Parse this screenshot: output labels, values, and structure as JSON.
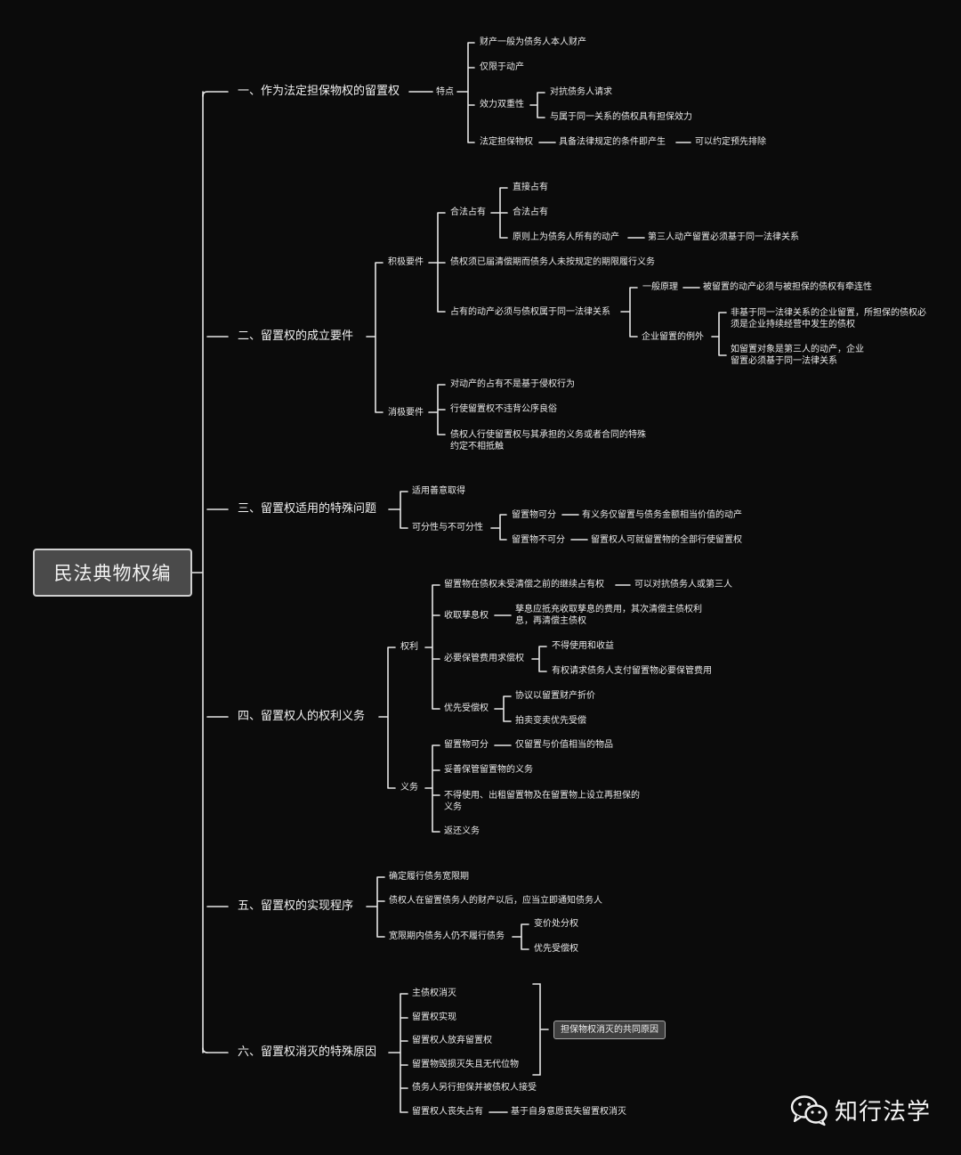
{
  "root": "民法典物权编",
  "sections": [
    "一、作为法定担保物权的留置权",
    "二、留置权的成立要件",
    "三、留置权适用的特殊问题",
    "四、留置权人的权利义务",
    "五、留置权的实现程序",
    "六、留置权消灭的特殊原因"
  ],
  "s1": {
    "feature": "特点",
    "items": [
      "财产一般为债务人本人财产",
      "仅限于动产",
      "效力双重性",
      "法定担保物权"
    ],
    "dual": [
      "对抗债务人请求",
      "与属于同一关系的债权具有担保效力"
    ],
    "statutory_chain": [
      "具备法律规定的条件即产生",
      "可以约定预先排除"
    ]
  },
  "s2": {
    "positive": "积极要件",
    "lawful": "合法占有",
    "lawful_items": [
      "直接占有",
      "合法占有",
      "原则上为债务人所有的动产"
    ],
    "third_party": "第三人动产留置必须基于同一法律关系",
    "due": "债权须已届清偿期而债务人未按规定的期限履行义务",
    "same_rel": "占有的动产必须与债权属于同一法律关系",
    "general": "一般原理",
    "general_desc": "被留置的动产必须与被担保的债权有牵连性",
    "enterprise": "企业留置的例外",
    "ent_items": [
      "非基于同一法律关系的企业留置，所担保的债权必须是企业持续经营中发生的债权",
      "如留置对象是第三人的动产，企业留置必须基于同一法律关系"
    ],
    "negative": "消极要件",
    "neg_items": [
      "对动产的占有不是基于侵权行为",
      "行使留置权不违背公序良俗",
      "债权人行使留置权与其承担的义务或者合同的特殊约定不相抵触"
    ]
  },
  "s3": {
    "good_faith": "适用善意取得",
    "divisibility": "可分性与不可分性",
    "divisible": "留置物可分",
    "divisible_desc": "有义务仅留置与债务金额相当价值的动产",
    "indivisible": "留置物不可分",
    "indivisible_desc": "留置权人可就留置物的全部行使留置权"
  },
  "s4": {
    "rights": "权利",
    "possession": "留置物在债权未受清偿之前的继续占有权",
    "possession_desc": "可以对抗债务人或第三人",
    "fruits": "收取孳息权",
    "fruits_desc": "孳息应抵充收取孳息的费用，其次清偿主债权利息，再清偿主债权",
    "cost": "必要保管费用求偿权",
    "cost_items": [
      "不得使用和收益",
      "有权请求债务人支付留置物必要保管费用"
    ],
    "priority": "优先受偿权",
    "priority_items": [
      "协议以留置财产折价",
      "拍卖变卖优先受偿"
    ],
    "duties": "义务",
    "duty_divisible": "留置物可分",
    "duty_divisible_desc": "仅留置与价值相当的物品",
    "duty_items": [
      "妥善保管留置物的义务",
      "不得使用、出租留置物及在留置物上设立再担保的义务",
      "返还义务"
    ]
  },
  "s5": {
    "items": [
      "确定履行债务宽限期",
      "债权人在留置债务人的财产以后，应当立即通知债务人",
      "宽限期内债务人仍不履行债务"
    ],
    "sub": [
      "变价处分权",
      "优先受偿权"
    ]
  },
  "s6": {
    "items": [
      "主债权消灭",
      "留置权实现",
      "留置权人放弃留置权",
      "留置物毁损灭失且无代位物",
      "债务人另行担保并被债权人接受",
      "留置权人丧失占有"
    ],
    "common": "担保物权消灭的共同原因",
    "loss_desc": "基于自身意愿丧失留置权消灭"
  },
  "watermark": "知行法学",
  "colors": {
    "background": "#0b0b0b",
    "line": "#e6e6e6",
    "root_fill": "#4a4a4a",
    "tag_fill": "#3f3f3f"
  }
}
